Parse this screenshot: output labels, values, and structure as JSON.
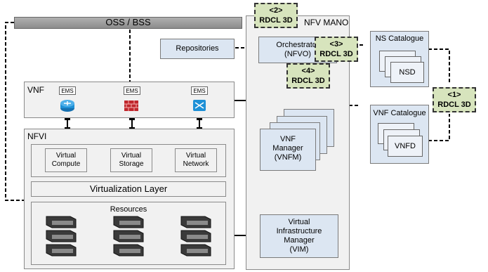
{
  "oss_bss": "OSS / BSS",
  "nfv_mano": "NFV MANO",
  "repositories": "Repositories",
  "orchestrator": {
    "line1": "Orchestrator",
    "line2": "(NFVO)"
  },
  "vnf": {
    "label": "VNF",
    "ems": [
      "EMS",
      "EMS",
      "EMS"
    ]
  },
  "nfvi": {
    "label": "NFVI",
    "virtual": [
      {
        "l1": "Virtual",
        "l2": "Compute"
      },
      {
        "l1": "Virtual",
        "l2": "Storage"
      },
      {
        "l1": "Virtual",
        "l2": "Network"
      }
    ],
    "virt_layer": "Virtualization Layer",
    "resources": "Resources"
  },
  "vnfm": {
    "l1": "VNF",
    "l2": "Manager",
    "l3": "(VNFM)"
  },
  "vim": {
    "l1": "Virtual",
    "l2": "Infrastructure",
    "l3": "Manager",
    "l4": "(VIM)"
  },
  "ns_catalogue": {
    "title": "NS Catalogue",
    "item": "NSD"
  },
  "vnf_catalogue": {
    "title": "VNF Catalogue",
    "item": "VNFD"
  },
  "rdcl": [
    {
      "num": "<1>",
      "text": "RDCL 3D"
    },
    {
      "num": "<2>",
      "text": "RDCL 3D"
    },
    {
      "num": "<3>",
      "text": "RDCL 3D"
    },
    {
      "num": "<4>",
      "text": "RDCL 3D"
    }
  ],
  "colors": {
    "accent_green": "#d7e4bd",
    "blue_box": "#dce6f2",
    "panel": "#f1f1f1",
    "router": "#1e90d6",
    "firewall": "#c0272d"
  }
}
